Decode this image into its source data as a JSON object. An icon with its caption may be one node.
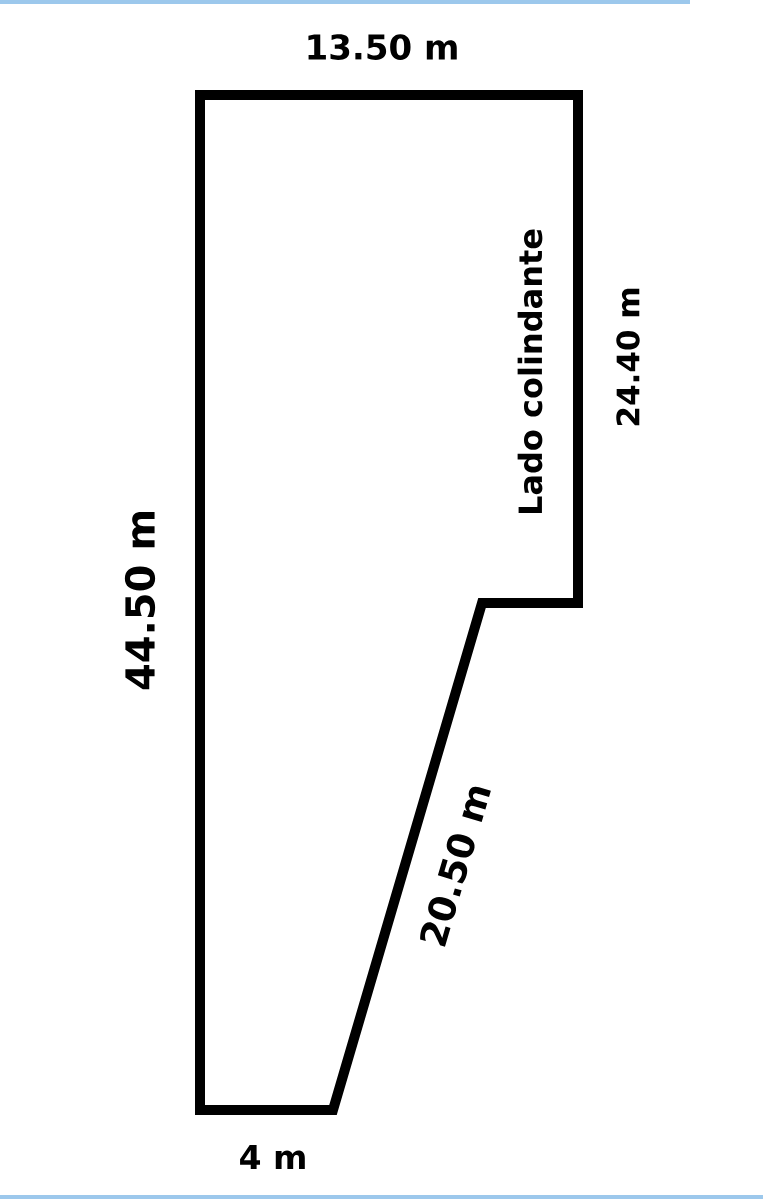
{
  "diagram": {
    "nodes": [
      {
        "text": [
          "Lado colindante"
        ]
      }
    ],
    "labels": [
      "13.50 m",
      "24.40 m",
      "44.50 m",
      "20.50 m",
      "4 m"
    ]
  }
}
